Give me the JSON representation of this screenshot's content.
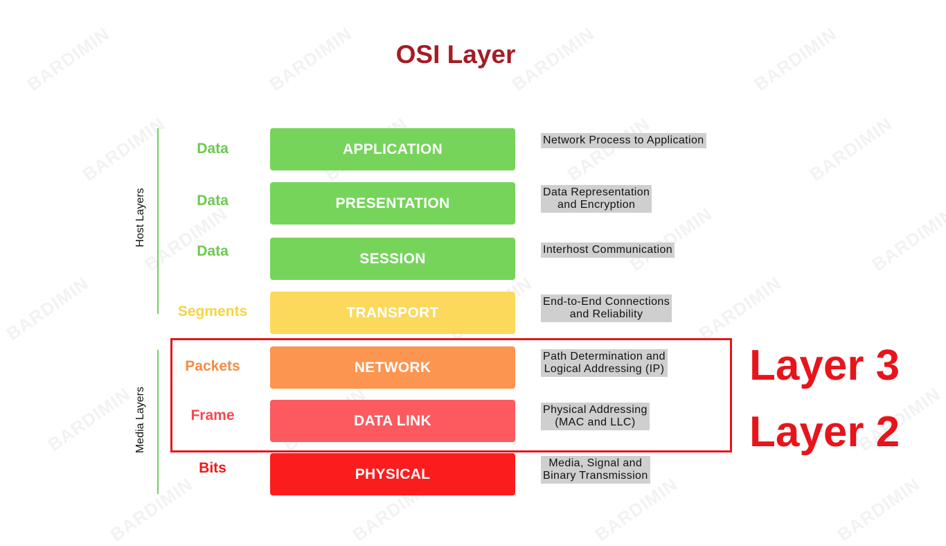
{
  "title": "OSI Layer",
  "watermark": "BARDIMIN",
  "groups": {
    "host": "Host Layers",
    "media": "Media Layers"
  },
  "layers": [
    {
      "name": "APPLICATION",
      "unit": "Data",
      "desc": [
        "Network Process to Application"
      ],
      "color": "#76d45b",
      "unit_color": "#6cc94f"
    },
    {
      "name": "PRESENTATION",
      "unit": "Data",
      "desc": [
        "Data Representation",
        "and Encryption"
      ],
      "color": "#76d45b",
      "unit_color": "#6cc94f"
    },
    {
      "name": "SESSION",
      "unit": "Data",
      "desc": [
        "Interhost Communication"
      ],
      "color": "#76d45b",
      "unit_color": "#6cc94f"
    },
    {
      "name": "TRANSPORT",
      "unit": "Segments",
      "desc": [
        "End-to-End Connections",
        "and Reliability"
      ],
      "color": "#fcd95a",
      "unit_color": "#f6d443"
    },
    {
      "name": "NETWORK",
      "unit": "Packets",
      "desc": [
        "Path Determination and",
        "Logical Addressing (IP)"
      ],
      "color": "#fb9550",
      "unit_color": "#f58b42"
    },
    {
      "name": "DATA LINK",
      "unit": "Frame",
      "desc": [
        "Physical Addressing",
        "(MAC and LLC)"
      ],
      "color": "#fc5a5e",
      "unit_color": "#f5474f"
    },
    {
      "name": "PHYSICAL",
      "unit": "Bits",
      "desc": [
        "Media, Signal and",
        "Binary Transmission"
      ],
      "color": "#fb1d1d",
      "unit_color": "#f01818"
    }
  ],
  "callouts": {
    "layer3": "Layer 3",
    "layer2": "Layer 2"
  }
}
